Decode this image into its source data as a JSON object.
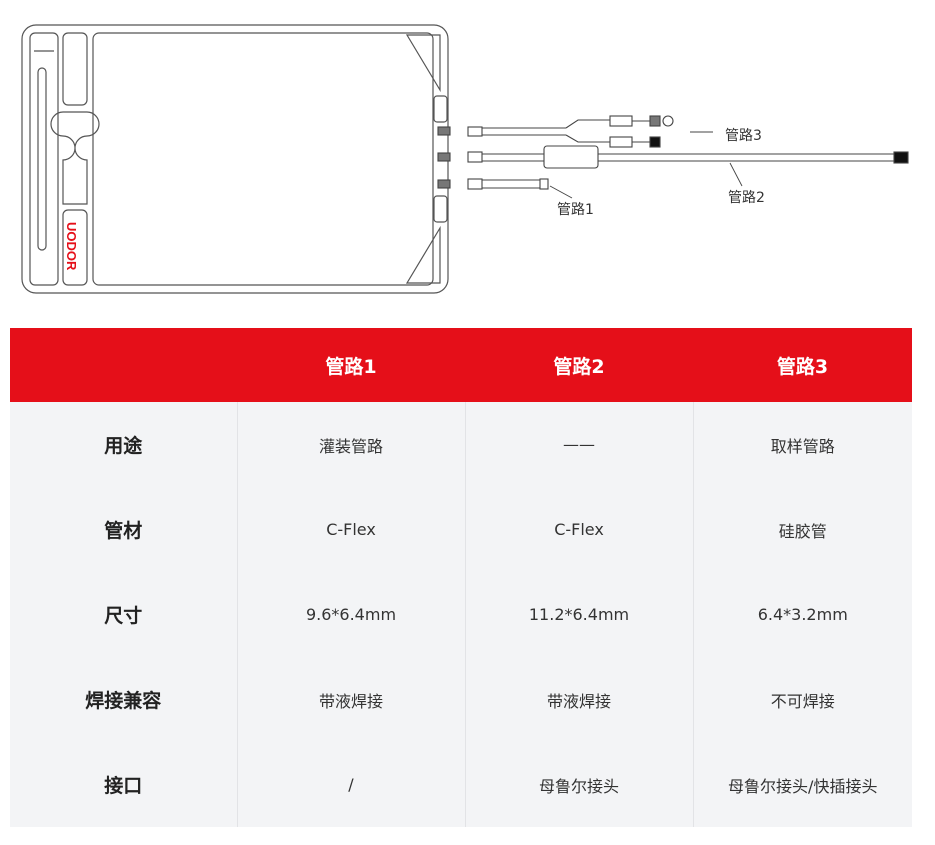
{
  "diagram": {
    "brand_logo_text": "UODOR",
    "callouts": {
      "line1": "管路1",
      "line2": "管路2",
      "line3": "管路3"
    },
    "colors": {
      "outline": "#555555",
      "logo": "#e50f19"
    }
  },
  "table": {
    "header": [
      "",
      "管路1",
      "管路2",
      "管路3"
    ],
    "rows": [
      {
        "label": "用途",
        "values": [
          "灌装管路",
          "——",
          "取样管路"
        ]
      },
      {
        "label": "管材",
        "values": [
          "C-Flex",
          "C-Flex",
          "硅胶管"
        ]
      },
      {
        "label": "尺寸",
        "values": [
          "9.6*6.4mm",
          "11.2*6.4mm",
          "6.4*3.2mm"
        ]
      },
      {
        "label": "焊接兼容",
        "values": [
          "带液焊接",
          "带液焊接",
          "不可焊接"
        ]
      },
      {
        "label": "接口",
        "values": [
          "/",
          "母鲁尔接头",
          "母鲁尔接头/快插接头"
        ]
      }
    ],
    "colors": {
      "header_bg": "#e50f19",
      "body_bg": "#f3f4f6"
    }
  }
}
